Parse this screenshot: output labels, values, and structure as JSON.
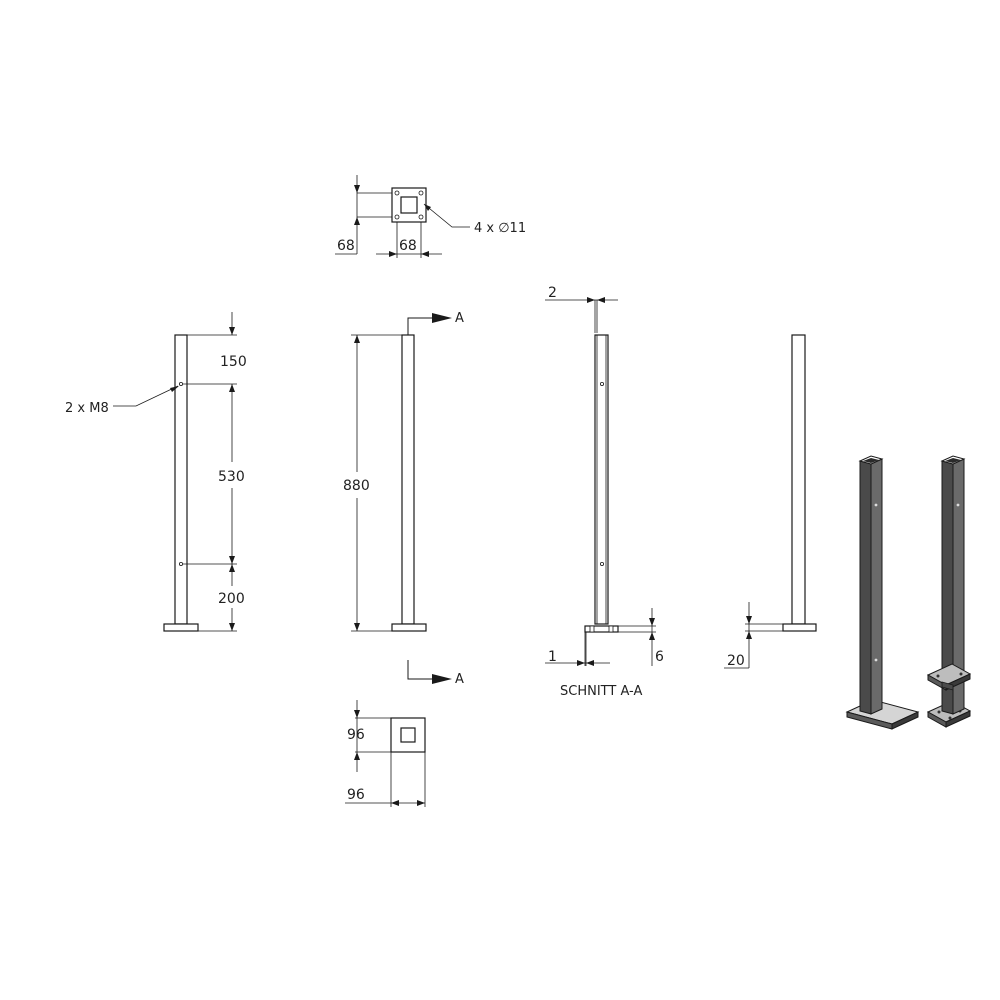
{
  "dimensions": {
    "top_plate_vertical": "68",
    "top_plate_horizontal": "68",
    "hole_note": "4 x ∅11",
    "thread_note": "2 x M8",
    "top_to_hole": "150",
    "hole_to_hole": "530",
    "hole_to_bottom": "200",
    "total_height": "880",
    "wall_thickness_top": "2",
    "base_offset": "1",
    "base_thickness": "6",
    "base_height_side": "20",
    "base_plate_vertical": "96",
    "base_plate_horizontal": "96"
  },
  "section": {
    "marker_top": "A",
    "marker_bottom": "A",
    "caption": "SCHNITT A-A"
  },
  "colors": {
    "line": "#1a1a1a",
    "post_3d_dark": "#4a4a4a",
    "post_3d_light": "#bdbdbd"
  }
}
